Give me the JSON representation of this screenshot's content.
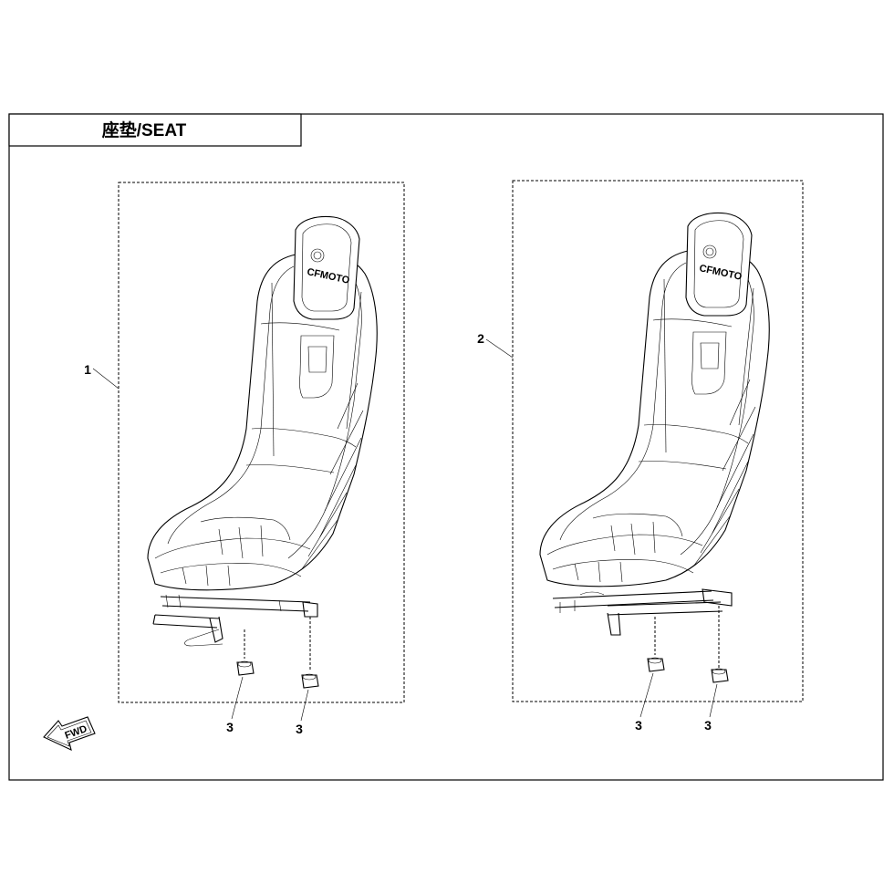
{
  "title": "座垫/SEAT",
  "parts": [
    {
      "callout": "1",
      "description": "seat assembly (left)"
    },
    {
      "callout": "2",
      "description": "seat assembly (right)"
    },
    {
      "callout": "3",
      "description": "nut"
    }
  ],
  "callouts": {
    "left_seat": "1",
    "right_seat": "2",
    "left_nut_a": "3",
    "left_nut_b": "3",
    "right_nut_a": "3",
    "right_nut_b": "3"
  },
  "logo_text": "CFMOTO",
  "fwd_label": "FWD"
}
